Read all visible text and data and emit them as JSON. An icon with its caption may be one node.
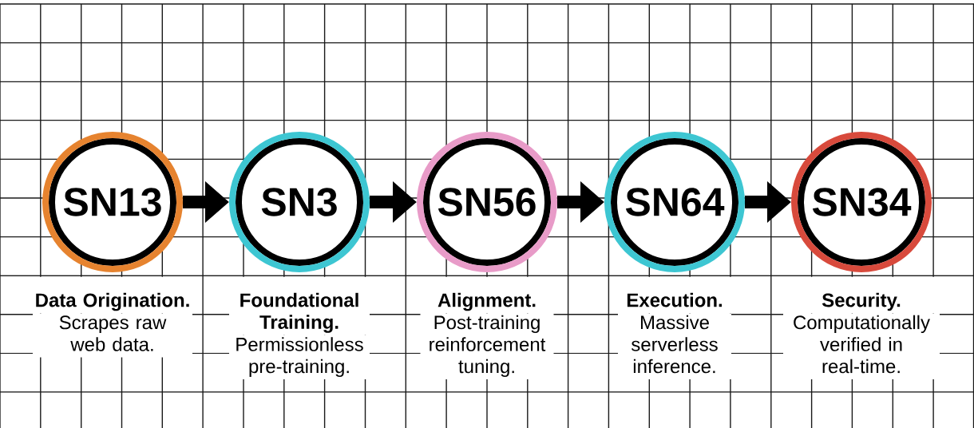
{
  "diagram": {
    "nodes": [
      {
        "text": [
          "SN13"
        ],
        "beside": [
          "Data Origination.",
          "Scrapes raw web data."
        ]
      },
      {
        "text": [
          "SN3"
        ],
        "beside": [
          "Foundational Training.",
          "Permissionless pre-training."
        ]
      },
      {
        "text": [
          "SN56"
        ],
        "beside": [
          "Alignment.",
          "Post-training reinforcement tuning."
        ]
      },
      {
        "text": [
          "SN64"
        ],
        "beside": [
          "Execution.",
          "Massive serverless inference."
        ]
      },
      {
        "text": [
          "SN34"
        ],
        "beside": [
          "Security.",
          "Computationally verified in real-time."
        ]
      }
    ],
    "edges": [
      {
        "from": 0,
        "to": 1,
        "arrow": "to"
      },
      {
        "from": 1,
        "to": 2,
        "arrow": "to"
      },
      {
        "from": 2,
        "to": 3,
        "arrow": "to"
      },
      {
        "from": 3,
        "to": 4,
        "arrow": "to"
      }
    ]
  }
}
